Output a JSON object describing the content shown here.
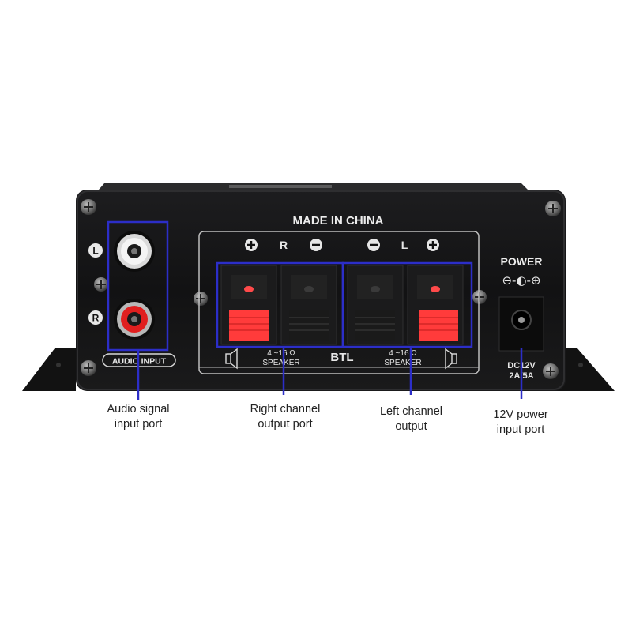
{
  "panel": {
    "made_in": "MADE IN CHINA",
    "audio_input_label": "AUDIO INPUT",
    "left_rca_letter": "L",
    "right_rca_letter": "R",
    "speaker_r_letter": "R",
    "speaker_l_letter": "L",
    "impedance_right": "4 ~16 Ω",
    "impedance_left": "4 ~16 Ω",
    "speaker_label_right": "SPEAKER",
    "speaker_label_left": "SPEAKER",
    "btl_label": "BTL",
    "power_label": "POWER",
    "power_symbol": "⊖-◐-⊕",
    "dc_rating_line1": "DC12V",
    "dc_rating_line2": "2A/5A"
  },
  "callouts": {
    "audio_input": [
      "Audio signal",
      "input port"
    ],
    "right_channel": [
      "Right channel",
      "output port"
    ],
    "left_channel": [
      "Left channel",
      "output"
    ],
    "power_input": [
      "12V power",
      "input port"
    ]
  },
  "colors": {
    "callout_blue": "#2c2ec8",
    "panel_black": "#151515",
    "terminal_red": "#ff3b3b"
  }
}
